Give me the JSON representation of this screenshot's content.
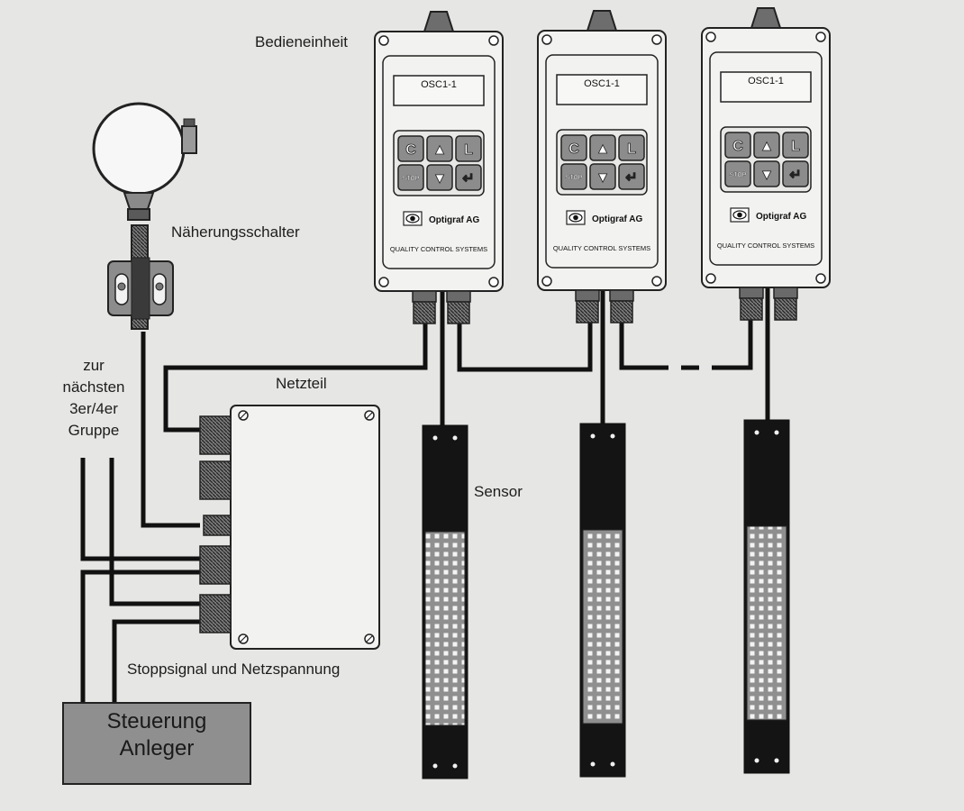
{
  "labels": {
    "operating_unit": "Bedieneinheit",
    "proximity_switch": "Näherungsschalter",
    "next_group_line1": "zur",
    "next_group_line2": "nächsten",
    "next_group_line3": "3er/4er",
    "next_group_line4": "Gruppe",
    "power_supply": "Netzteil",
    "sensor": "Sensor",
    "stop_signal": "Stoppsignal und Netzspannung"
  },
  "controller_box": {
    "line1": "Steuerung",
    "line2": "Anleger"
  },
  "units": [
    {
      "display": "OSC1-1",
      "brand": "Optigraf AG",
      "tagline": "QUALITY CONTROL SYSTEMS"
    },
    {
      "display": "OSC1-1",
      "brand": "Optigraf AG",
      "tagline": "QUALITY CONTROL SYSTEMS"
    },
    {
      "display": "OSC1-1",
      "brand": "Optigraf AG",
      "tagline": "QUALITY CONTROL SYSTEMS"
    }
  ],
  "keypad": {
    "keys": [
      "C",
      "▲",
      "L",
      "STOP",
      "▼",
      "↵"
    ]
  },
  "colors": {
    "background": "#e6e6e4",
    "cable": "#111111",
    "unit_fill": "#f2f2f0",
    "key_fill": "#8c8c8c",
    "sensor_body": "#141414",
    "sensor_grid": "#8f8f8f",
    "controller_fill": "#8f8f8f"
  }
}
